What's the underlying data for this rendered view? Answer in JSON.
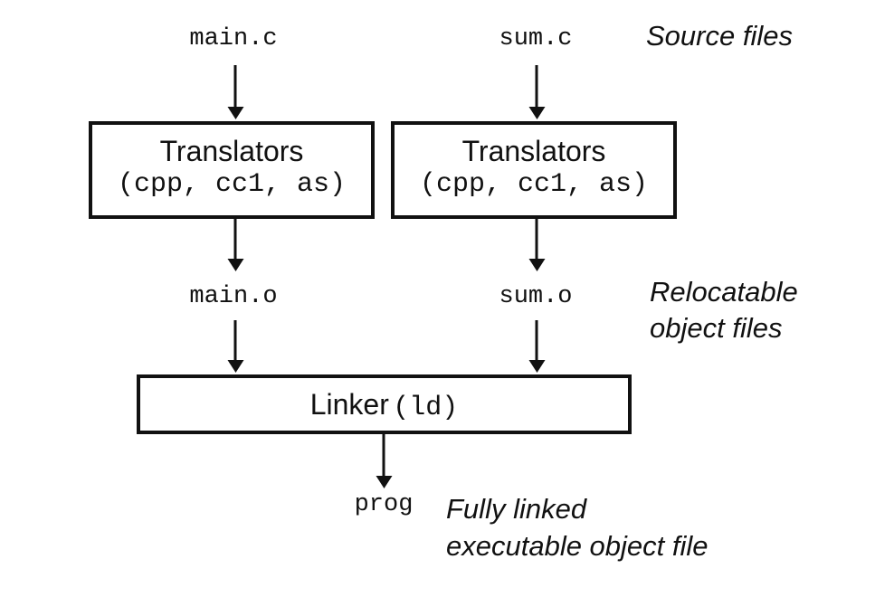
{
  "sources": {
    "left": "main.c",
    "right": "sum.c",
    "note": "Source files"
  },
  "translators": {
    "left": {
      "title": "Translators",
      "tools": "(cpp, cc1, as)"
    },
    "right": {
      "title": "Translators",
      "tools": "(cpp, cc1, as)"
    }
  },
  "objects": {
    "left": "main.o",
    "right": "sum.o",
    "note_line1": "Relocatable",
    "note_line2": "object files"
  },
  "linker": {
    "title": "Linker",
    "tool": "(ld)"
  },
  "output": {
    "file": "prog",
    "note_line1": "Fully linked",
    "note_line2": "executable object file"
  }
}
